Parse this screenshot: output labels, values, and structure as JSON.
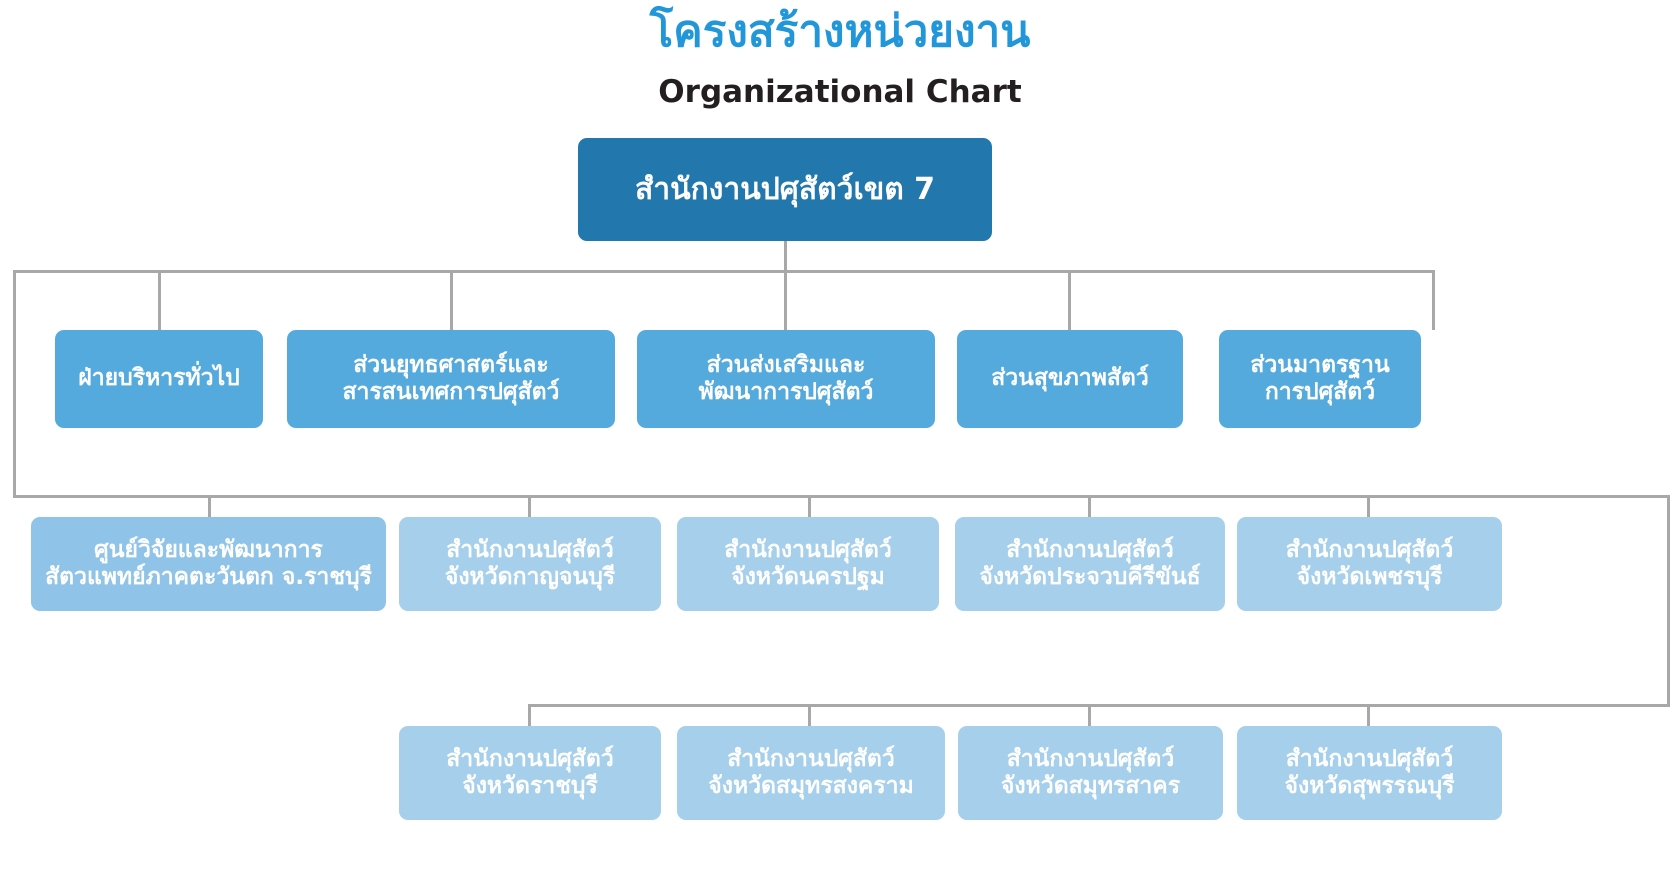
{
  "header": {
    "title_th": "โครงสร้างหน่วยงาน",
    "title_en": "Organizational Chart"
  },
  "colors": {
    "title_blue": "#2196D9",
    "title_dark": "#231F20",
    "root_box": "#2277AC",
    "division_box": "#55AADD",
    "unit_box": "#A5CFEB",
    "unit_box_accent": "#8FC4E8",
    "connector_line": "#A8A8A8",
    "box_text": "#FFFFFF",
    "background": "#FFFFFF"
  },
  "chart_data": {
    "type": "diagram",
    "title": "โครงสร้างหน่วยงาน",
    "subtitle": "Organizational Chart",
    "orientation": "top-down",
    "levels": 4,
    "root": {
      "id": "root",
      "label": "สำนักงานปศุสัตว์เขต 7",
      "lines": [
        "สำนักงานปศุสัตว์เขต 7"
      ],
      "level": 0
    },
    "divisions": [
      {
        "id": "div-1",
        "level": 1,
        "lines": [
          "ฝ่ายบริหารทั่วไป"
        ]
      },
      {
        "id": "div-2",
        "level": 1,
        "lines": [
          "ส่วนยุทธศาสตร์และ",
          "สารสนเทศการปศุสัตว์"
        ]
      },
      {
        "id": "div-3",
        "level": 1,
        "lines": [
          "ส่วนส่งเสริมและ",
          "พัฒนาการปศุสัตว์"
        ]
      },
      {
        "id": "div-4",
        "level": 1,
        "lines": [
          "ส่วนสุขภาพสัตว์"
        ]
      },
      {
        "id": "div-5",
        "level": 1,
        "lines": [
          "ส่วนมาตรฐาน",
          "การปศุสัตว์"
        ]
      }
    ],
    "units_row1": [
      {
        "id": "unit-1",
        "level": 2,
        "lines": [
          "ศูนย์วิจัยและพัฒนาการ",
          "สัตวแพทย์ภาคตะวันตก จ.ราชบุรี"
        ]
      },
      {
        "id": "unit-2",
        "level": 2,
        "lines": [
          "สำนักงานปศุสัตว์",
          "จังหวัดกาญจนบุรี"
        ]
      },
      {
        "id": "unit-3",
        "level": 2,
        "lines": [
          "สำนักงานปศุสัตว์",
          "จังหวัดนครปฐม"
        ]
      },
      {
        "id": "unit-4",
        "level": 2,
        "lines": [
          "สำนักงานปศุสัตว์",
          "จังหวัดประจวบคีรีขันธ์"
        ]
      },
      {
        "id": "unit-5",
        "level": 2,
        "lines": [
          "สำนักงานปศุสัตว์",
          "จังหวัดเพชรบุรี"
        ]
      }
    ],
    "units_row2": [
      {
        "id": "unit-6",
        "level": 3,
        "lines": [
          "สำนักงานปศุสัตว์",
          "จังหวัดราชบุรี"
        ]
      },
      {
        "id": "unit-7",
        "level": 3,
        "lines": [
          "สำนักงานปศุสัตว์",
          "จังหวัดสมุทรสงคราม"
        ]
      },
      {
        "id": "unit-8",
        "level": 3,
        "lines": [
          "สำนักงานปศุสัตว์",
          "จังหวัดสมุทรสาคร"
        ]
      },
      {
        "id": "unit-9",
        "level": 3,
        "lines": [
          "สำนักงานปศุสัตว์",
          "จังหวัดสุพรรณบุรี"
        ]
      }
    ]
  }
}
